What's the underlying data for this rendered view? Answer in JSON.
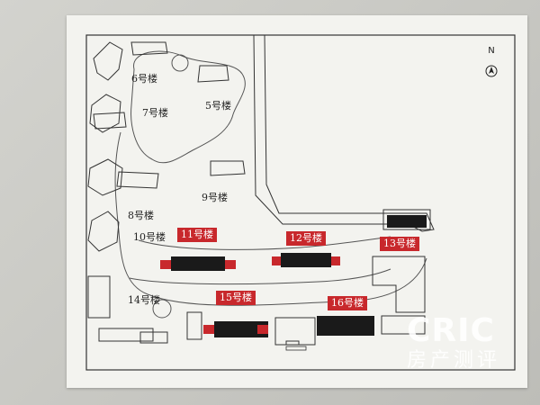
{
  "map": {
    "north": "N",
    "buildings_plain": [
      {
        "id": "b6",
        "label": "6号楼"
      },
      {
        "id": "b5",
        "label": "5号楼"
      },
      {
        "id": "b7",
        "label": "7号楼"
      },
      {
        "id": "b9",
        "label": "9号楼"
      },
      {
        "id": "b8",
        "label": "8号楼"
      },
      {
        "id": "b10",
        "label": "10号楼"
      },
      {
        "id": "b14",
        "label": "14号楼"
      }
    ],
    "buildings_highlighted": [
      {
        "id": "b11",
        "label": "11号楼"
      },
      {
        "id": "b12",
        "label": "12号楼"
      },
      {
        "id": "b13",
        "label": "13号楼"
      },
      {
        "id": "b15",
        "label": "15号楼"
      },
      {
        "id": "b16",
        "label": "16号楼"
      }
    ],
    "highlight_color": "#c8282c",
    "building_color": "#1a1a1a"
  },
  "watermark": {
    "brand": "CRIC",
    "subtitle": "房产测评"
  }
}
